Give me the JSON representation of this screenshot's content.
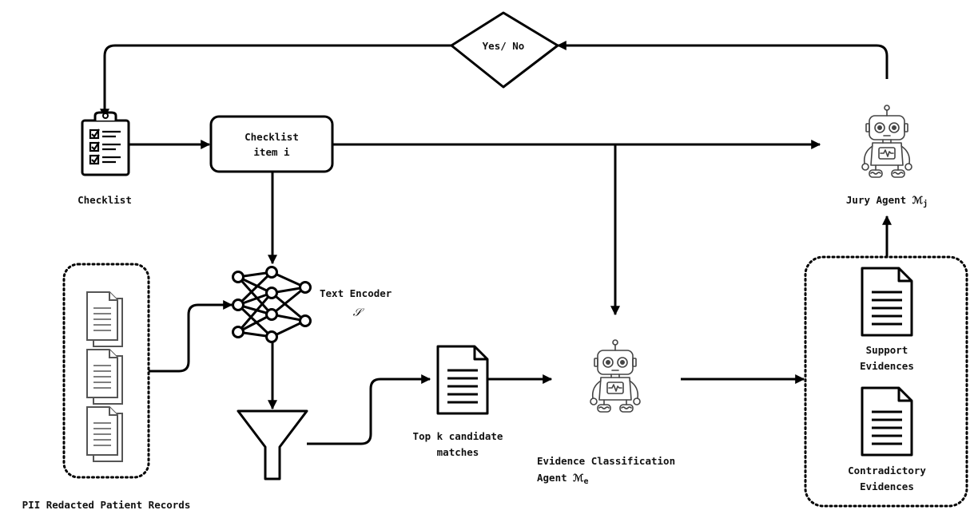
{
  "decision": {
    "label": "Yes/ No"
  },
  "checklist": {
    "label": "Checklist"
  },
  "checklist_item": {
    "line1": "Checklist",
    "line2_text": "item ",
    "line2_var": "i"
  },
  "jury_agent": {
    "label": "Jury Agent ",
    "symbol": "ℳ",
    "subscript": "j"
  },
  "text_encoder": {
    "label": "Text Encoder",
    "symbol": "𝒮"
  },
  "records": {
    "label": "PII Redacted Patient Records"
  },
  "top_k": {
    "line1": "Top k candidate",
    "line2": "matches"
  },
  "evidence_agent": {
    "line1": "Evidence Classification",
    "line2": "Agent ",
    "symbol": "ℳ",
    "subscript": "e"
  },
  "support": {
    "line1": "Support",
    "line2": "Evidences"
  },
  "contradictory": {
    "line1": "Contradictory",
    "line2": "Evidences"
  },
  "icons": [
    "checklist-icon",
    "neural-network-icon",
    "funnel-icon",
    "document-icon",
    "robot-icon"
  ],
  "colors": {
    "line": "#000000",
    "robot": "#444444",
    "document_gray": "#555555"
  }
}
